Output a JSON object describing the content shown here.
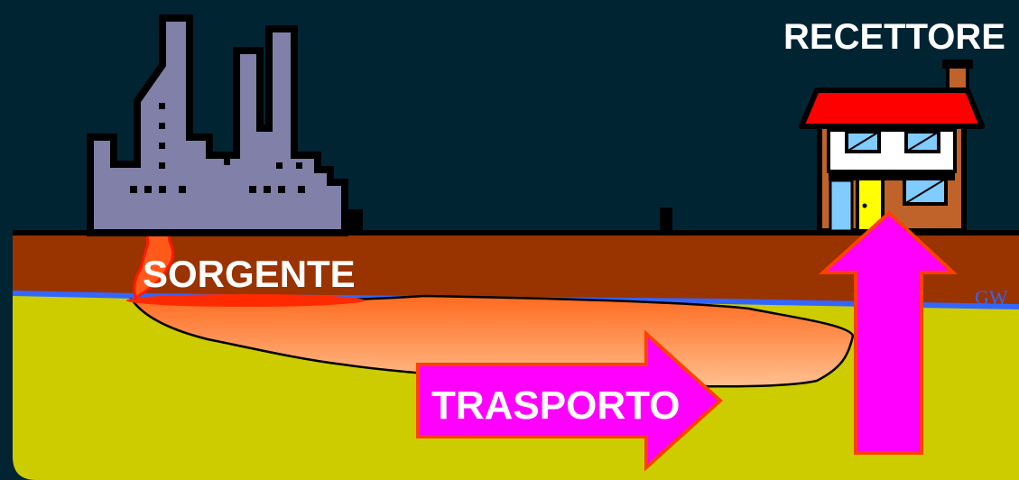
{
  "labels": {
    "receptor": "RECETTORE",
    "source": "SORGENTE",
    "transport": "TRASPORTO",
    "groundwater": "GW"
  },
  "colors": {
    "background": "#012433",
    "soil_top": "#993300",
    "aquifer": "#cccc00",
    "water_table": "#3366ff",
    "plume_dark": "#ff2a00",
    "plume_light": "#ffc08f",
    "arrow": "#ff00ff",
    "arrow_outline": "#ff4000",
    "factory": "#8080a8",
    "roof": "#ff0000",
    "house_wall": "#c0632a",
    "window": "#80ccff",
    "door": "#ffff00"
  },
  "icons": {
    "factory": "factory-icon",
    "house": "house-icon"
  }
}
